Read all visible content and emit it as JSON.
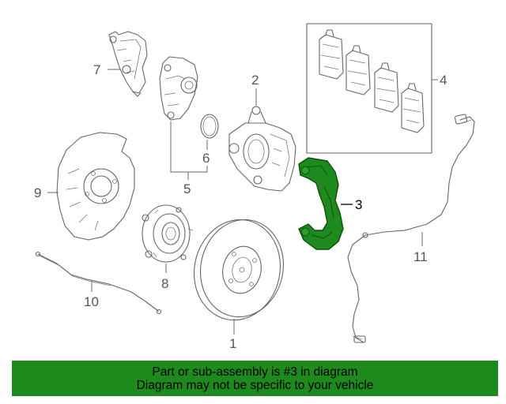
{
  "diagram": {
    "highlight_color": "#1e8a1e",
    "callouts": {
      "c1": "1",
      "c2": "2",
      "c3": "3",
      "c4": "4",
      "c5": "5",
      "c6": "6",
      "c7": "7",
      "c8": "8",
      "c9": "9",
      "c10": "10",
      "c11": "11"
    },
    "highlighted_part": "3"
  },
  "banner": {
    "line1": "Part or sub-assembly is #3 in diagram",
    "line2": "Diagram may not be specific to your vehicle",
    "background": "#1e8a1e"
  }
}
